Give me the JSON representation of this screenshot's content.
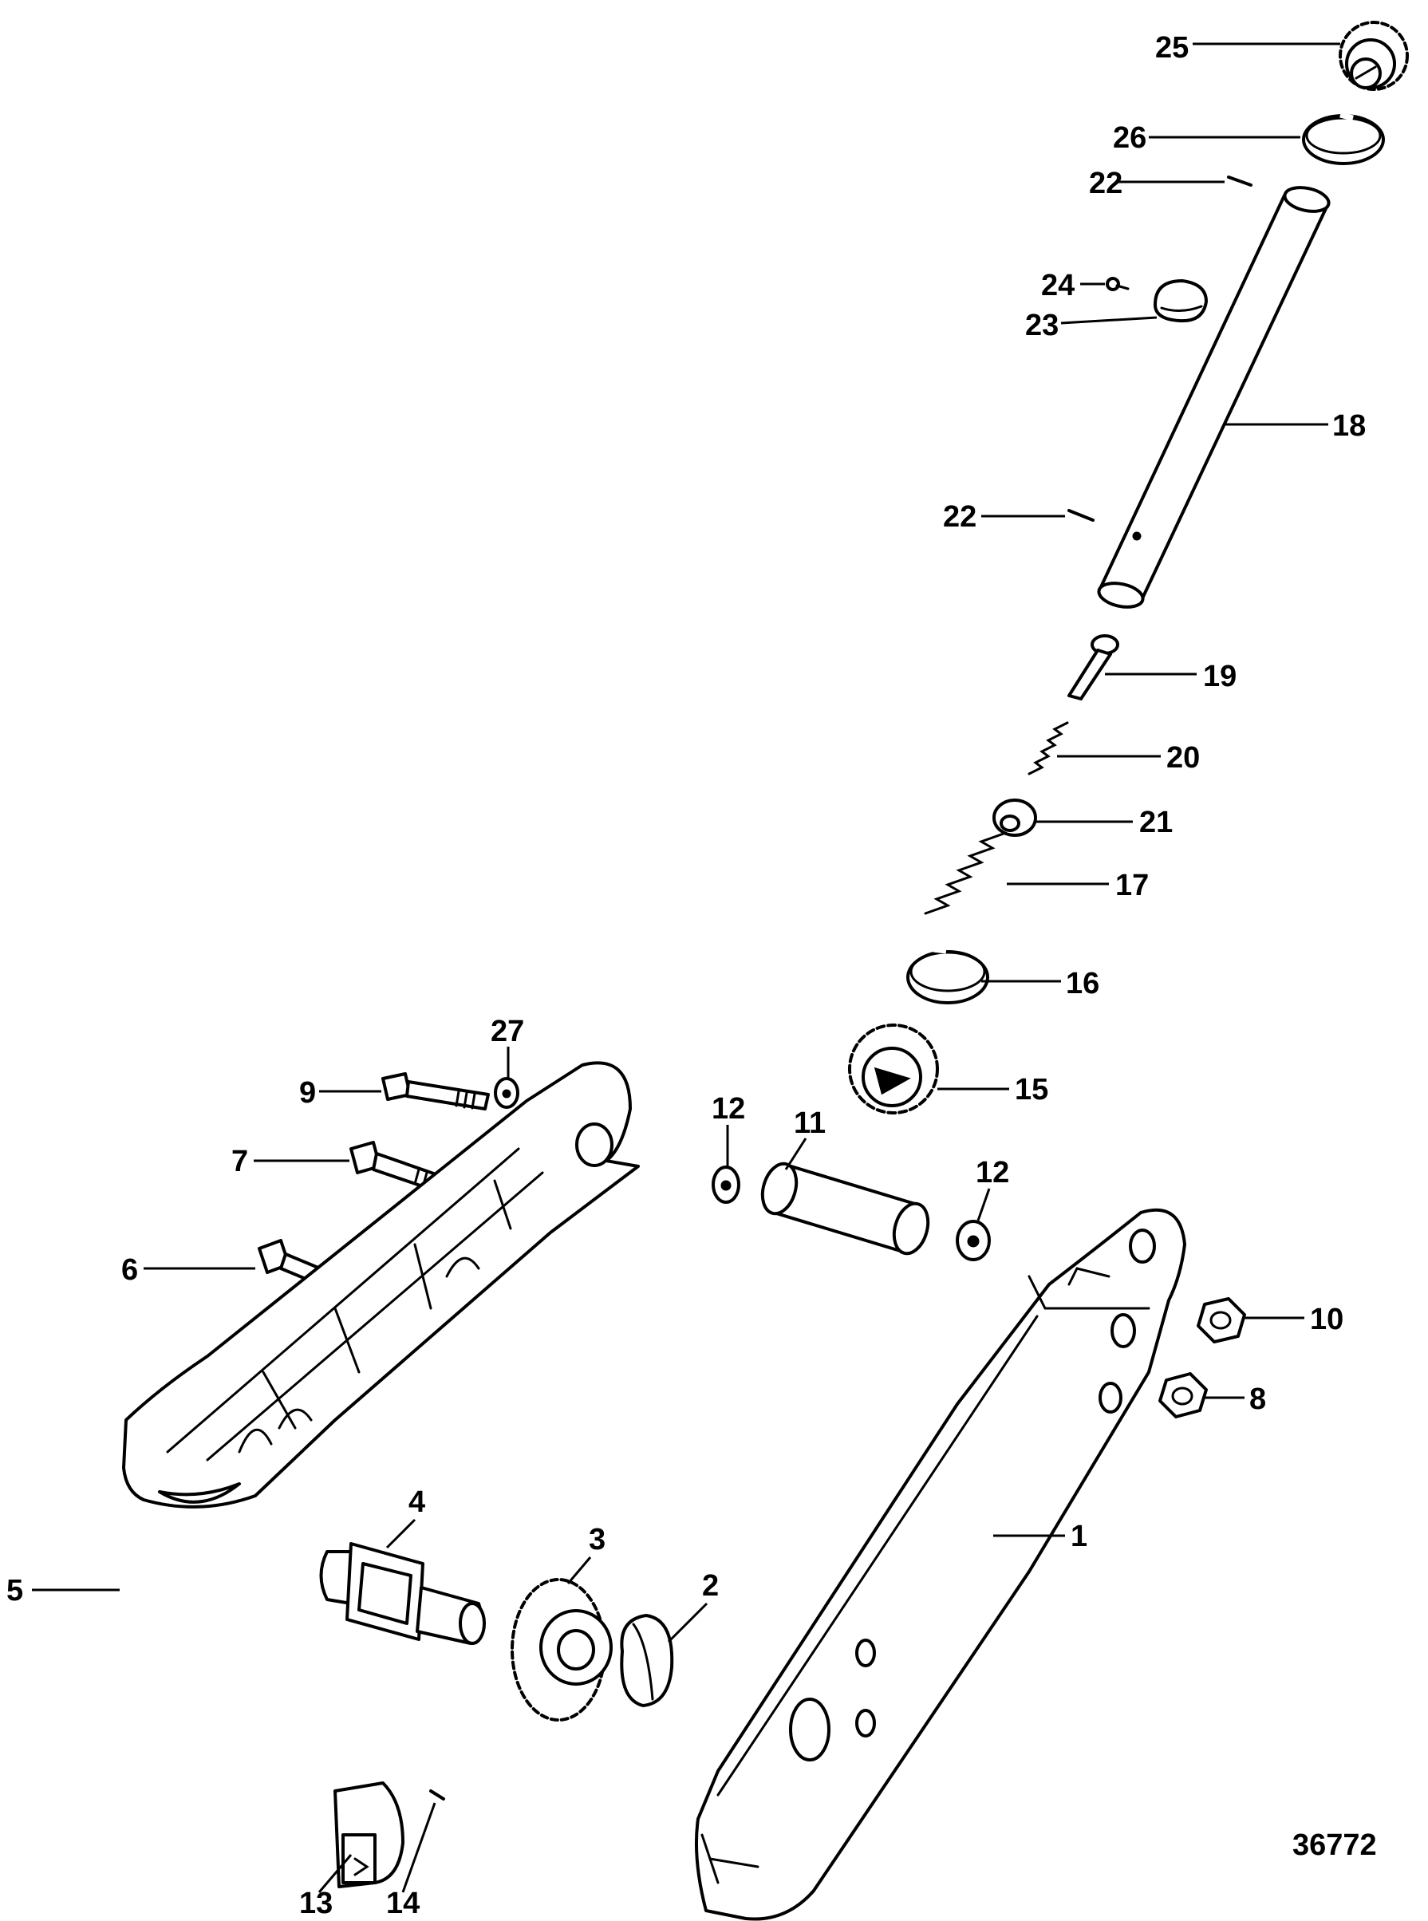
{
  "figure_number": "36772",
  "callouts": [
    {
      "key": "c25",
      "label": "25"
    },
    {
      "key": "c26",
      "label": "26"
    },
    {
      "key": "c22a",
      "label": "22"
    },
    {
      "key": "c24",
      "label": "24"
    },
    {
      "key": "c23",
      "label": "23"
    },
    {
      "key": "c18",
      "label": "18"
    },
    {
      "key": "c22b",
      "label": "22"
    },
    {
      "key": "c19",
      "label": "19"
    },
    {
      "key": "c20",
      "label": "20"
    },
    {
      "key": "c21",
      "label": "21"
    },
    {
      "key": "c17",
      "label": "17"
    },
    {
      "key": "c16",
      "label": "16"
    },
    {
      "key": "c27",
      "label": "27"
    },
    {
      "key": "c9",
      "label": "9"
    },
    {
      "key": "c15",
      "label": "15"
    },
    {
      "key": "c12a",
      "label": "12"
    },
    {
      "key": "c11",
      "label": "11"
    },
    {
      "key": "c7",
      "label": "7"
    },
    {
      "key": "c12b",
      "label": "12"
    },
    {
      "key": "c10",
      "label": "10"
    },
    {
      "key": "c6",
      "label": "6"
    },
    {
      "key": "c8",
      "label": "8"
    },
    {
      "key": "c1",
      "label": "1"
    },
    {
      "key": "c4",
      "label": "4"
    },
    {
      "key": "c3",
      "label": "3"
    },
    {
      "key": "c2",
      "label": "2"
    },
    {
      "key": "c5",
      "label": "5"
    },
    {
      "key": "c13",
      "label": "13"
    },
    {
      "key": "c14",
      "label": "14"
    }
  ]
}
